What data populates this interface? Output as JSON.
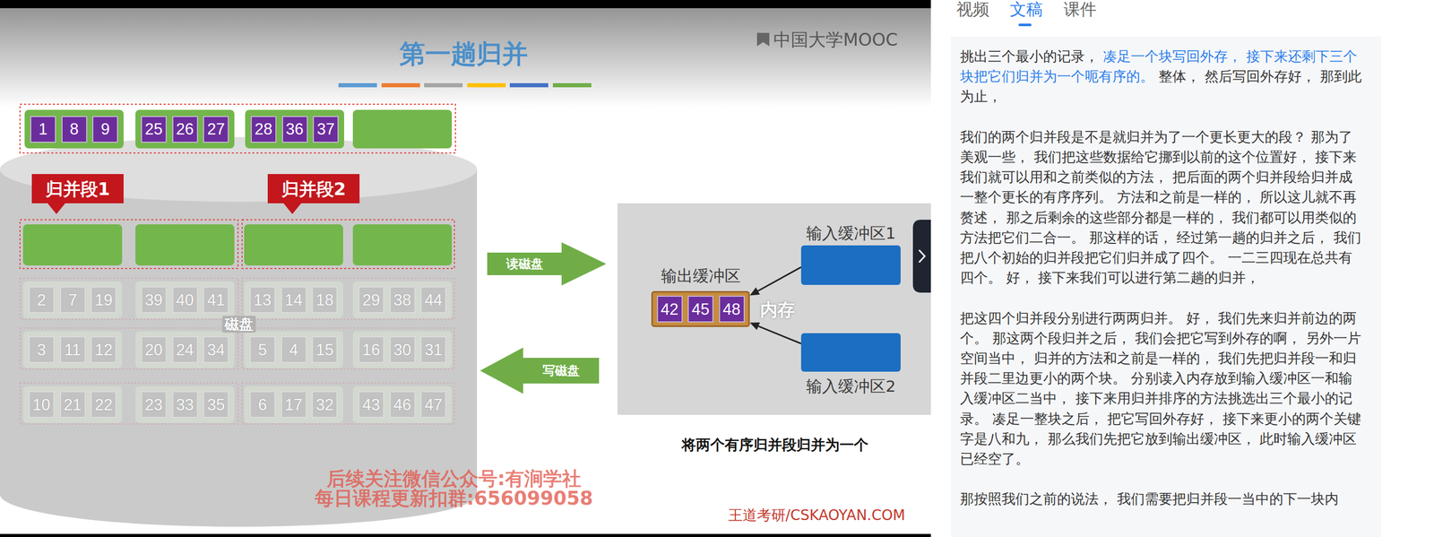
{
  "diagram": {
    "title": "第一趟归并",
    "caption": "将两个有序归并段归并为一个",
    "nodes": [
      {
        "text": [
          "磁盘"
        ]
      },
      {
        "text": [],
        "in": 0
      },
      {
        "text": [
          "1"
        ],
        "in": 1
      },
      {
        "text": [
          "8"
        ],
        "in": 1
      },
      {
        "text": [
          "9"
        ],
        "in": 1
      },
      {
        "text": [],
        "in": 0
      },
      {
        "text": [
          "25"
        ],
        "in": 5
      },
      {
        "text": [
          "26"
        ],
        "in": 5
      },
      {
        "text": [
          "27"
        ],
        "in": 5
      },
      {
        "text": [],
        "in": 0
      },
      {
        "text": [
          "28"
        ],
        "in": 9
      },
      {
        "text": [
          "36"
        ],
        "in": 9
      },
      {
        "text": [
          "37"
        ],
        "in": 9
      },
      {
        "text": [
          "归并段1"
        ],
        "in": 0
      },
      {
        "text": [
          "归并段2"
        ],
        "in": 0
      },
      {
        "text": [],
        "in": 0
      },
      {
        "text": [
          "2"
        ],
        "in": 15
      },
      {
        "text": [
          "7"
        ],
        "in": 15
      },
      {
        "text": [
          "19"
        ],
        "in": 15
      },
      {
        "text": [],
        "in": 0
      },
      {
        "text": [
          "39"
        ],
        "in": 19
      },
      {
        "text": [
          "40"
        ],
        "in": 19
      },
      {
        "text": [
          "41"
        ],
        "in": 19
      },
      {
        "text": [],
        "in": 0
      },
      {
        "text": [
          "13"
        ],
        "in": 23
      },
      {
        "text": [
          "14"
        ],
        "in": 23
      },
      {
        "text": [
          "18"
        ],
        "in": 23
      },
      {
        "text": [],
        "in": 0
      },
      {
        "text": [
          "29"
        ],
        "in": 27
      },
      {
        "text": [
          "38"
        ],
        "in": 27
      },
      {
        "text": [
          "44"
        ],
        "in": 27
      },
      {
        "text": [],
        "in": 0
      },
      {
        "text": [
          "3"
        ],
        "in": 31
      },
      {
        "text": [
          "11"
        ],
        "in": 31
      },
      {
        "text": [
          "12"
        ],
        "in": 31
      },
      {
        "text": [],
        "in": 0
      },
      {
        "text": [
          "20"
        ],
        "in": 35
      },
      {
        "text": [
          "24"
        ],
        "in": 35
      },
      {
        "text": [
          "34"
        ],
        "in": 35
      },
      {
        "text": [],
        "in": 0
      },
      {
        "text": [
          "5"
        ],
        "in": 39
      },
      {
        "text": [
          "4"
        ],
        "in": 39
      },
      {
        "text": [
          "15"
        ],
        "in": 39
      },
      {
        "text": [],
        "in": 0
      },
      {
        "text": [
          "16"
        ],
        "in": 43
      },
      {
        "text": [
          "30"
        ],
        "in": 43
      },
      {
        "text": [
          "31"
        ],
        "in": 43
      },
      {
        "text": [],
        "in": 0
      },
      {
        "text": [
          "10"
        ],
        "in": 47
      },
      {
        "text": [
          "21"
        ],
        "in": 47
      },
      {
        "text": [
          "22"
        ],
        "in": 47
      },
      {
        "text": [],
        "in": 0
      },
      {
        "text": [
          "23"
        ],
        "in": 51
      },
      {
        "text": [
          "33"
        ],
        "in": 51
      },
      {
        "text": [
          "35"
        ],
        "in": 51
      },
      {
        "text": [],
        "in": 0
      },
      {
        "text": [
          "6"
        ],
        "in": 55
      },
      {
        "text": [
          "17"
        ],
        "in": 55
      },
      {
        "text": [
          "32"
        ],
        "in": 55
      },
      {
        "text": [],
        "in": 0
      },
      {
        "text": [
          "43"
        ],
        "in": 59
      },
      {
        "text": [
          "46"
        ],
        "in": 59
      },
      {
        "text": [
          "47"
        ],
        "in": 59
      },
      {
        "text": [
          "读磁盘"
        ]
      },
      {
        "text": [
          "写磁盘"
        ]
      },
      {
        "text": [
          "内存"
        ]
      },
      {
        "text": [
          "输入缓冲区1"
        ],
        "in": 65
      },
      {
        "text": [
          "输出缓冲区"
        ],
        "in": 65
      },
      {
        "text": [
          "42"
        ],
        "in": 67
      },
      {
        "text": [
          "45"
        ],
        "in": 67
      },
      {
        "text": [
          "48"
        ],
        "in": 67
      },
      {
        "text": [
          "输入缓冲区2"
        ],
        "in": 65
      }
    ],
    "edges": [
      {
        "from": 66,
        "to": 67,
        "arrow": "to"
      },
      {
        "from": 71,
        "to": 67,
        "arrow": "to"
      }
    ],
    "labels": [
      "中国大学MOOC",
      "后续关注微信公众号:有涧学社",
      "每日课程更新扣群:656099058",
      "王道考研/CSKAOYAN.COM",
      "视频",
      "文稿",
      "课件",
      "挑出三个最小的记录，",
      "凑足一个块写回外存， 接下来还剩下三个块把它们归并为一个呃有序的。",
      "整体， 然后写回外存好， 那到此为止，",
      "我们的两个归并段是不是就归并为了一个更长更大的段？ 那为了美观一些， 我们把这些数据给它挪到以前的这个位置好， 接下来我们就可以用和之前类似的方法， 把后面的两个归并段给归并成一整个更长的有序序列。 方法和之前是一样的， 所以这儿就不再赘述， 那之后剩余的这些部分都是一样的， 我们都可以用类似的方法把它们二合一。 那这样的话， 经过第一趟的归并之后， 我们把八个初始的归并段把它们归并成了四个。 一二三四现在总共有四个。 好， 接下来我们可以进行第二趟的归并，",
      "把这四个归并段分别进行两两归并。 好， 我们先来归并前边的两个。 那这两个段归并之后， 我们会把它写到外存的啊， 另外一片空间当中， 归并的方法和之前是一样的， 我们先把归并段一和归并段二里边更小的两个块。 分别读入内存放到输入缓冲区一和输入缓冲区二当中， 接下来用归并排序的方法挑选出三个最小的记录。 凑足一整块之后， 把它写回外存好， 接下来更小的两个关键字是八和九， 那么我们先把它放到输出缓冲区， 此时输入缓冲区已经空了。",
      "那按照我们之前的说法， 我们需要把归并段一当中的下一块内"
    ]
  }
}
